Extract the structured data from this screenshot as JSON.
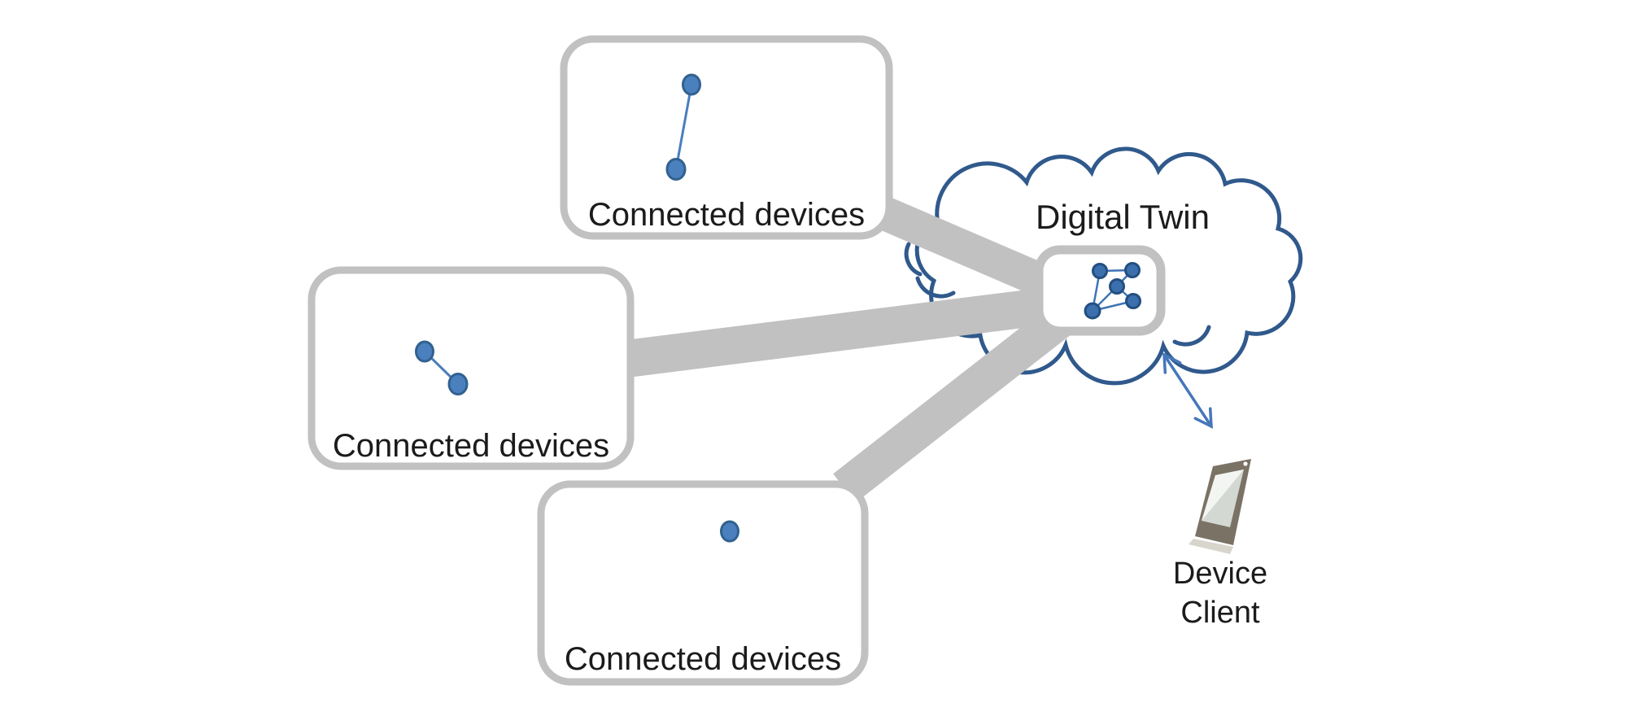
{
  "boxes": [
    {
      "id": "top",
      "label": "Connected devices",
      "dot_count": 2
    },
    {
      "id": "middle",
      "label": "Connected devices",
      "dot_count": 2
    },
    {
      "id": "bottom",
      "label": "Connected devices",
      "dot_count": 1
    }
  ],
  "cloud": {
    "label": "Digital Twin"
  },
  "twin_graph": {
    "node_count": 5,
    "edge_count": 6
  },
  "client": {
    "line1": "Device",
    "line2": "Client",
    "icon": "smartphone-icon"
  },
  "connectors": {
    "beam_count": 3,
    "style": "thick-tapered-gray-beam",
    "color": "#c1c1c1"
  },
  "arrow": {
    "style": "double-headed",
    "color": "#4577ba"
  },
  "colors": {
    "box_border": "#c1c1c1",
    "beam": "#c1c1c1",
    "device_dot_fill": "#4a80bd",
    "device_dot_stroke": "#31618f",
    "cloud_outline": "#30598c",
    "graph_node_fill": "#3c6fae",
    "graph_node_stroke": "#234f80",
    "graph_edge": "#3f74b4",
    "text": "#1b1b1b",
    "phone_body": "#7a7265",
    "phone_screen_highlight": "#f3f5f2"
  }
}
